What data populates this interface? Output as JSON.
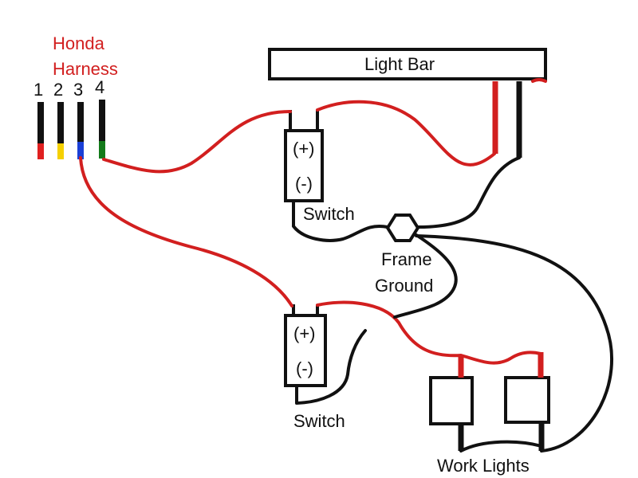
{
  "harness": {
    "title_line1": "Honda",
    "title_line2": "Harness",
    "title_color": "#d21f1f",
    "wires": [
      {
        "number": "1",
        "tip_color": "#e02020"
      },
      {
        "number": "2",
        "tip_color": "#f5d000"
      },
      {
        "number": "3",
        "tip_color": "#1a3fd6"
      },
      {
        "number": "4",
        "tip_color": "#137a1a"
      }
    ]
  },
  "light_bar": {
    "label": "Light Bar"
  },
  "switch_top": {
    "plus": "(+)",
    "minus": "(-)",
    "label": "Switch"
  },
  "switch_bottom": {
    "plus": "(+)",
    "minus": "(-)",
    "label": "Switch"
  },
  "frame_ground": {
    "line1": "Frame",
    "line2": "Ground"
  },
  "work_lights": {
    "label": "Work Lights"
  },
  "colors": {
    "wire_positive": "#d21f1f",
    "wire_ground": "#111111"
  }
}
